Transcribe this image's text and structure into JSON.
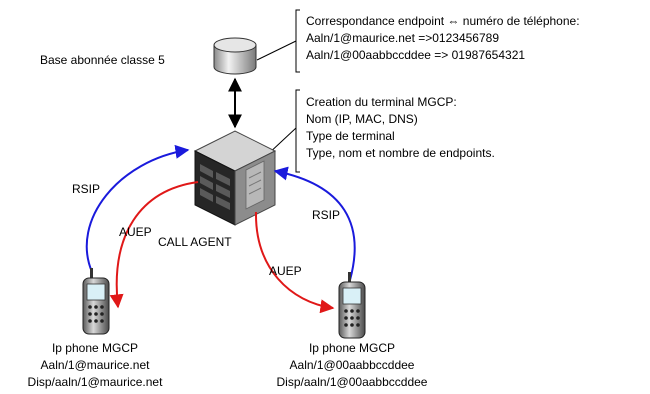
{
  "database": {
    "label": "Base abonnée classe 5"
  },
  "annotation_db": {
    "lines": [
      "Correspondance endpoint ⇔ numéro de téléphone:",
      "Aaln/1@maurice.net =>0123456789",
      "Aaln/1@00aabbccddee => 01987654321"
    ]
  },
  "annotation_terminal": {
    "lines": [
      "Creation du terminal MGCP:",
      "Nom (IP, MAC, DNS)",
      "Type de terminal",
      "Type, nom et nombre de endpoints."
    ]
  },
  "call_agent": {
    "label": "CALL AGENT"
  },
  "arrows": {
    "rsip_left": "RSIP",
    "auep_left": "AUEP",
    "auep_right": "AUEP",
    "rsip_right": "RSIP"
  },
  "phone_left": {
    "lines": [
      "Ip phone MGCP",
      "Aaln/1@maurice.net",
      "Disp/aaln/1@maurice.net"
    ]
  },
  "phone_right": {
    "lines": [
      "Ip phone MGCP",
      "Aaln/1@00aabbccddee",
      "Disp/aaln/1@00aabbccddee"
    ]
  },
  "colors": {
    "rsip": "#1a1adc",
    "auep": "#e01818"
  }
}
